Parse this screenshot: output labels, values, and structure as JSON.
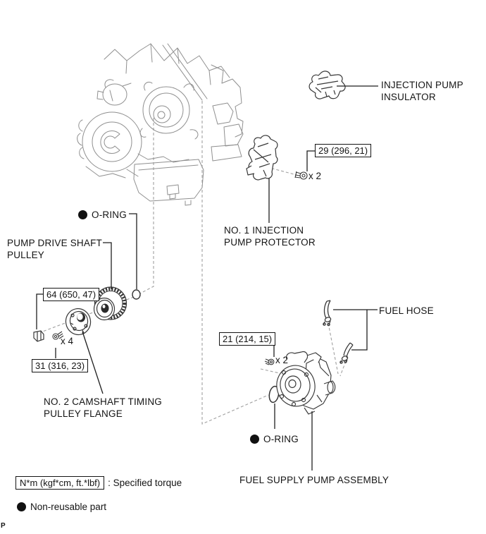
{
  "page_marker": "P",
  "labels": {
    "insulator": "INJECTION PUMP\nINSULATOR",
    "protector": "NO. 1 INJECTION\nPUMP PROTECTOR",
    "oring_top": "O-RING",
    "pump_pulley": "PUMP DRIVE SHAFT\nPULLEY",
    "flange": "NO. 2 CAMSHAFT TIMING\nPULLEY FLANGE",
    "fuel_hose": "FUEL HOSE",
    "oring_bottom": "O-RING",
    "pump_assembly": "FUEL SUPPLY PUMP ASSEMBLY"
  },
  "torques": {
    "protector_bolts": {
      "value": "29 (296, 21)",
      "qty": "x 2"
    },
    "pulley_nut": {
      "value": "64 (650, 47)"
    },
    "flange_bolts": {
      "value": "31 (316, 23)",
      "qty": "x 4"
    },
    "pump_bolts": {
      "value": "21 (214, 15)",
      "qty": "x 2"
    }
  },
  "legend": {
    "torque_unit": "N*m (kgf*cm, ft.*lbf)",
    "torque_caption": ": Specified torque",
    "non_reusable": "Non-reusable part"
  },
  "colors": {
    "engine_line": "#8f8f8f",
    "part_line": "#383838",
    "dashed_line": "#a0a0a0",
    "leader_line": "#1f1f1f",
    "text": "#141414"
  }
}
